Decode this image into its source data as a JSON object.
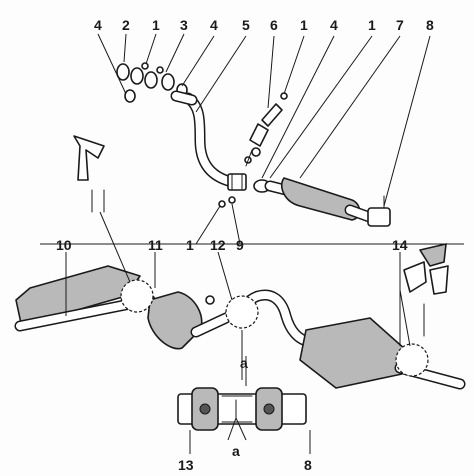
{
  "callouts": {
    "c1": "4",
    "c2": "2",
    "c3": "1",
    "c4": "3",
    "c5": "4",
    "c6": "5",
    "c7": "6",
    "c8": "1",
    "c9": "4",
    "c10": "1",
    "c11": "7",
    "c12": "8",
    "c13": "1",
    "c14": "9",
    "c15": "10",
    "c16": "11",
    "c17": "12",
    "c18": "14",
    "c19": "a",
    "c20": "13",
    "c21": "a",
    "c22": "8"
  }
}
